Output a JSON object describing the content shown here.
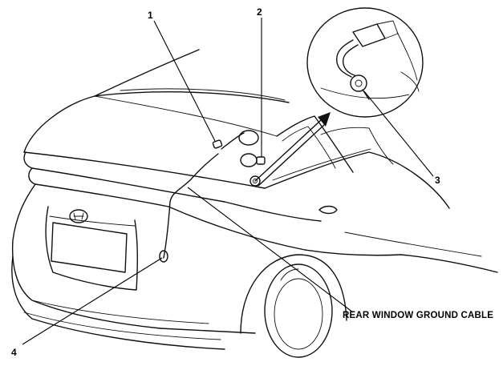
{
  "callouts": {
    "c1": "1",
    "c2": "2",
    "c3": "3",
    "c4": "4"
  },
  "labels": {
    "rear_window_ground_cable": "REAR WINDOW GROUND CABLE"
  },
  "colors": {
    "ink": "#111111",
    "background": "#ffffff"
  }
}
